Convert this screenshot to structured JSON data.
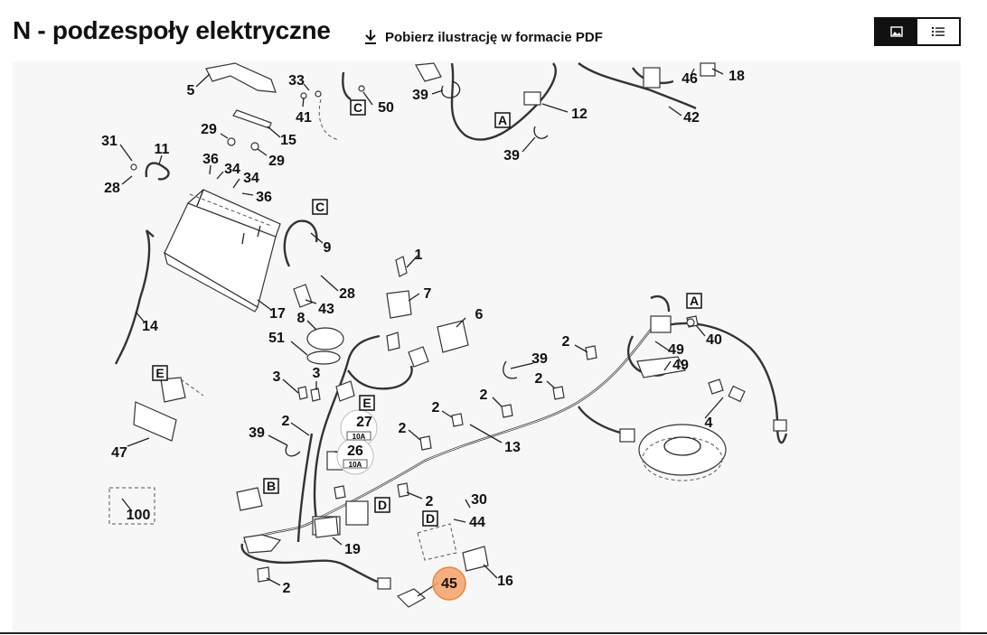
{
  "header": {
    "title": "N - podzespoły elektryczne",
    "pdf_link": "Pobierz ilustrację w formacie PDF",
    "download_icon": "download-icon",
    "view_image_icon": "image-icon",
    "view_list_icon": "list-icon"
  },
  "diagram": {
    "highlighted_part": "45",
    "highlight_color": "#f5a26a",
    "callouts": [
      {
        "id": "5",
        "t": "5"
      },
      {
        "id": "33",
        "t": "33"
      },
      {
        "id": "41",
        "t": "41"
      },
      {
        "id": "50",
        "t": "50"
      },
      {
        "id": "39a",
        "t": "39"
      },
      {
        "id": "12",
        "t": "12"
      },
      {
        "id": "46",
        "t": "46"
      },
      {
        "id": "18",
        "t": "18"
      },
      {
        "id": "42",
        "t": "42"
      },
      {
        "id": "39b",
        "t": "39"
      },
      {
        "id": "29a",
        "t": "29"
      },
      {
        "id": "15",
        "t": "15"
      },
      {
        "id": "29b",
        "t": "29"
      },
      {
        "id": "31",
        "t": "31"
      },
      {
        "id": "11",
        "t": "11"
      },
      {
        "id": "36a",
        "t": "36"
      },
      {
        "id": "34a",
        "t": "34"
      },
      {
        "id": "34b",
        "t": "34"
      },
      {
        "id": "36b",
        "t": "36"
      },
      {
        "id": "28a",
        "t": "28"
      },
      {
        "id": "9",
        "t": "9"
      },
      {
        "id": "1",
        "t": "1"
      },
      {
        "id": "28b",
        "t": "28"
      },
      {
        "id": "7",
        "t": "7"
      },
      {
        "id": "43",
        "t": "43"
      },
      {
        "id": "14",
        "t": "14"
      },
      {
        "id": "17",
        "t": "17"
      },
      {
        "id": "8",
        "t": "8"
      },
      {
        "id": "6",
        "t": "6"
      },
      {
        "id": "40",
        "t": "40"
      },
      {
        "id": "51",
        "t": "51"
      },
      {
        "id": "2a",
        "t": "2"
      },
      {
        "id": "49a",
        "t": "49"
      },
      {
        "id": "49b",
        "t": "49"
      },
      {
        "id": "39c",
        "t": "39"
      },
      {
        "id": "2b",
        "t": "2"
      },
      {
        "id": "3a",
        "t": "3"
      },
      {
        "id": "3b",
        "t": "3"
      },
      {
        "id": "2c",
        "t": "2"
      },
      {
        "id": "4",
        "t": "4"
      },
      {
        "id": "2d",
        "t": "2"
      },
      {
        "id": "27",
        "t": "27"
      },
      {
        "id": "2e",
        "t": "2"
      },
      {
        "id": "2f",
        "t": "2"
      },
      {
        "id": "39d",
        "t": "39"
      },
      {
        "id": "13",
        "t": "13"
      },
      {
        "id": "47",
        "t": "47"
      },
      {
        "id": "26",
        "t": "26"
      },
      {
        "id": "2g",
        "t": "2"
      },
      {
        "id": "30",
        "t": "30"
      },
      {
        "id": "100",
        "t": "100"
      },
      {
        "id": "44",
        "t": "44"
      },
      {
        "id": "19",
        "t": "19"
      },
      {
        "id": "16",
        "t": "16"
      },
      {
        "id": "45",
        "t": "45"
      },
      {
        "id": "2h",
        "t": "2"
      }
    ],
    "boxes": [
      {
        "id": "C1",
        "t": "C"
      },
      {
        "id": "A1",
        "t": "A"
      },
      {
        "id": "C2",
        "t": "C"
      },
      {
        "id": "A2",
        "t": "A"
      },
      {
        "id": "E1",
        "t": "E"
      },
      {
        "id": "E2",
        "t": "E"
      },
      {
        "id": "B1",
        "t": "B"
      },
      {
        "id": "D1",
        "t": "D"
      },
      {
        "id": "D2",
        "t": "D"
      }
    ],
    "fuse_labels": {
      "f27": "10A",
      "f26": "10A"
    }
  }
}
